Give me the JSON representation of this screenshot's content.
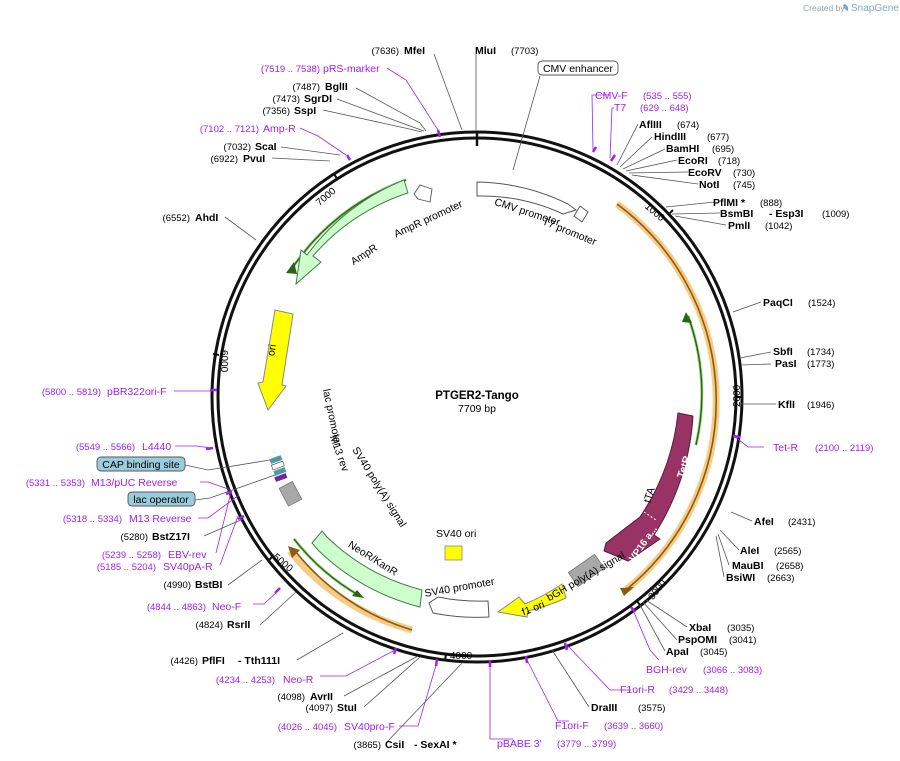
{
  "app": {
    "credit_prefix": "Created by",
    "credit_brand": "SnapGene"
  },
  "plasmid": {
    "name": "PTGER2-Tango",
    "length": "7709 bp"
  },
  "ticks": [
    "1000",
    "2000",
    "3000",
    "4000",
    "5000",
    "6000",
    "7000"
  ],
  "sites": [
    {
      "name": "MfeI",
      "pos": "(7636)"
    },
    {
      "name": "MluI",
      "pos": "(7703)"
    },
    {
      "name": "BglII",
      "pos": "(7487)"
    },
    {
      "name": "SgrDI",
      "pos": "(7473)"
    },
    {
      "name": "SspI",
      "pos": "(7356)"
    },
    {
      "name": "ScaI",
      "pos": "(7032)"
    },
    {
      "name": "PvuI",
      "pos": "(6922)"
    },
    {
      "name": "AhdI",
      "pos": "(6552)"
    },
    {
      "name": "AflIII",
      "pos": "(674)"
    },
    {
      "name": "HindIII",
      "pos": "(677)"
    },
    {
      "name": "BamHI",
      "pos": "(695)"
    },
    {
      "name": "EcoRI",
      "pos": "(718)"
    },
    {
      "name": "EcoRV",
      "pos": "(730)"
    },
    {
      "name": "NotI",
      "pos": "(745)"
    },
    {
      "name": "PflMI *",
      "pos": "(888)"
    },
    {
      "name": "BsmBI",
      "pos": ""
    },
    {
      "name": "- Esp3I",
      "pos": "(1009)"
    },
    {
      "name": "PmlI",
      "pos": "(1042)"
    },
    {
      "name": "PaqCI",
      "pos": "(1524)"
    },
    {
      "name": "SbfI",
      "pos": "(1734)"
    },
    {
      "name": "PasI",
      "pos": "(1773)"
    },
    {
      "name": "KflI",
      "pos": "(1946)"
    },
    {
      "name": "AfeI",
      "pos": "(2431)"
    },
    {
      "name": "AleI",
      "pos": "(2565)"
    },
    {
      "name": "MauBI",
      "pos": "(2658)"
    },
    {
      "name": "BsiWI",
      "pos": "(2663)"
    },
    {
      "name": "XbaI",
      "pos": "(3035)"
    },
    {
      "name": "PspOMI",
      "pos": "(3041)"
    },
    {
      "name": "ApaI",
      "pos": "(3045)"
    },
    {
      "name": "DraIII",
      "pos": "(3575)"
    },
    {
      "name": "BstZ17I",
      "pos": "(5280)"
    },
    {
      "name": "BstBI",
      "pos": "(4990)"
    },
    {
      "name": "RsrII",
      "pos": "(4824)"
    },
    {
      "name": "PflFI",
      "pos": "(4426)"
    },
    {
      "name": "- Tth111I",
      "pos": ""
    },
    {
      "name": "AvrII",
      "pos": "(4098)"
    },
    {
      "name": "StuI",
      "pos": "(4097)"
    },
    {
      "name": "CsiI",
      "pos": "(3865)"
    },
    {
      "name": "- SexAI *",
      "pos": ""
    }
  ],
  "primers": [
    {
      "name": "pRS-marker",
      "pos": "(7519 .. 7538)"
    },
    {
      "name": "Amp-R",
      "pos": "(7102 .. 7121)"
    },
    {
      "name": "CMV-F",
      "pos": "(535 .. 555)"
    },
    {
      "name": "T7",
      "pos": "(629 .. 648)"
    },
    {
      "name": "Tet-R",
      "pos": "(2100 .. 2119)"
    },
    {
      "name": "BGH-rev",
      "pos": "(3066 .. 3083)"
    },
    {
      "name": "F1ori-R",
      "pos": "(3429 .. 3448)"
    },
    {
      "name": "F1ori-F",
      "pos": "(3639 .. 3660)"
    },
    {
      "name": "pBABE 3'",
      "pos": "(3779 .. 3799)"
    },
    {
      "name": "SV40pro-F",
      "pos": "(4026 .. 4045)"
    },
    {
      "name": "Neo-R",
      "pos": "(4234 .. 4253)"
    },
    {
      "name": "Neo-F",
      "pos": "(4844 .. 4863)"
    },
    {
      "name": "SV40pA-R",
      "pos": "(5185 .. 5204)"
    },
    {
      "name": "EBV-rev",
      "pos": "(5239 .. 5258)"
    },
    {
      "name": "M13 Reverse",
      "pos": "(5318 .. 5334)"
    },
    {
      "name": "M13/pUC Reverse",
      "pos": "(5331 .. 5353)"
    },
    {
      "name": "L4440",
      "pos": "(5549 .. 5566)"
    },
    {
      "name": "pBR322ori-F",
      "pos": "(5800 .. 5819)"
    }
  ],
  "boxed_features": [
    "CMV enhancer",
    "CAP binding site",
    "lac operator"
  ],
  "features": [
    {
      "name": "CMV promoter"
    },
    {
      "name": "T7 promoter"
    },
    {
      "name": "AmpR promoter"
    },
    {
      "name": "AmpR"
    },
    {
      "name": "ori"
    },
    {
      "name": "lac promoter"
    },
    {
      "name": "M13 rev"
    },
    {
      "name": "SV40 poly(A) signal"
    },
    {
      "name": "NeoR/KanR"
    },
    {
      "name": "SV40 promoter"
    },
    {
      "name": "SV40 ori"
    },
    {
      "name": "f1 ori"
    },
    {
      "name": "bGH poly(A) signal"
    },
    {
      "name": "tTA"
    },
    {
      "name": "TetR"
    },
    {
      "name": "VP16 a..."
    }
  ],
  "colors": {
    "primer": "#a020f0",
    "ori_fill": "#ffff00",
    "amp_fill": "#ccffcc",
    "tetr_fill": "#993366",
    "orf_orange": "#f0a020",
    "orf_green": "#33aa11",
    "gray_feature": "#a8a8a8",
    "box_fill": "#99ccdd"
  }
}
